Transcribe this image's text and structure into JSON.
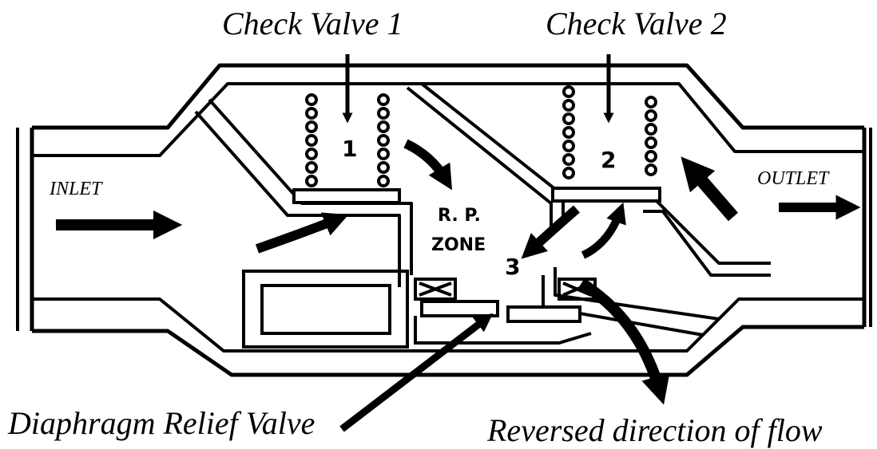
{
  "labels": {
    "check_valve_1": "Check Valve 1",
    "check_valve_2": "Check Valve 2",
    "inlet": "INLET",
    "outlet": "OUTLET",
    "relief_valve": "Diaphragm Relief Valve",
    "reversed_flow": "Reversed direction of flow",
    "rp_zone_line1": "R. P.",
    "rp_zone_line2": "ZONE",
    "chamber_1": "1",
    "chamber_2": "2",
    "chamber_3": "3"
  },
  "colors": {
    "ink": "#000000",
    "paper": "#ffffff"
  }
}
